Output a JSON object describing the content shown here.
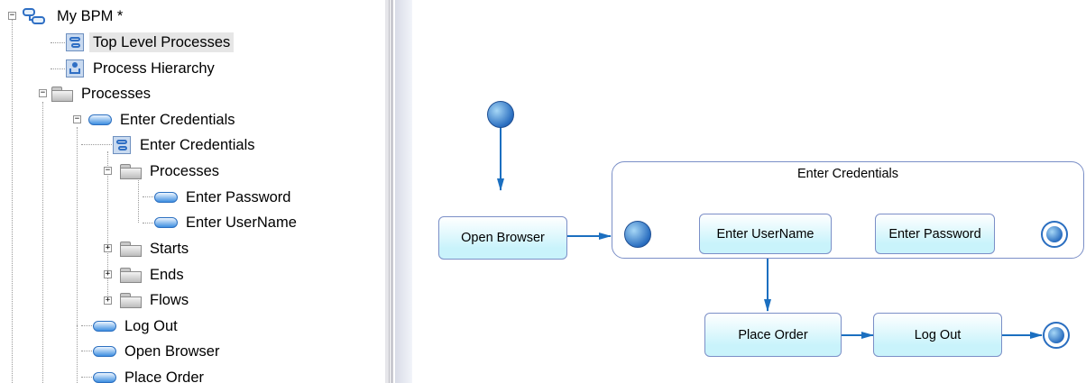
{
  "tree": {
    "root_label": "My BPM *",
    "items": [
      {
        "label": "Top Level Processes",
        "selected": true,
        "icon": "diagram-icon"
      },
      {
        "label": "Process Hierarchy",
        "icon": "hierarchy-icon"
      },
      {
        "label": "Processes",
        "icon": "folder-icon",
        "expander": "−"
      },
      {
        "label": "Enter Credentials",
        "icon": "process-icon",
        "expander": "−"
      },
      {
        "label": "Enter Credentials",
        "icon": "diagram-icon"
      },
      {
        "label": "Processes",
        "icon": "folder-icon",
        "expander": "−"
      },
      {
        "label": "Enter Password",
        "icon": "process-icon"
      },
      {
        "label": "Enter UserName",
        "icon": "process-icon"
      },
      {
        "label": "Starts",
        "icon": "folder-icon",
        "expander": "+"
      },
      {
        "label": "Ends",
        "icon": "folder-icon",
        "expander": "+"
      },
      {
        "label": "Flows",
        "icon": "folder-icon",
        "expander": "+"
      },
      {
        "label": "Log Out",
        "icon": "process-icon"
      },
      {
        "label": "Open Browser",
        "icon": "process-icon"
      },
      {
        "label": "Place Order",
        "icon": "process-icon"
      }
    ]
  },
  "diagram": {
    "group_title": "Enter Credentials",
    "nodes": {
      "open_browser": "Open Browser",
      "enter_username": "Enter UserName",
      "enter_password": "Enter Password",
      "place_order": "Place Order",
      "log_out": "Log Out"
    },
    "colors": {
      "flow": "#1b6fc0",
      "node_border": "#7b8fc7",
      "node_fill": "#c9f3fb"
    }
  }
}
